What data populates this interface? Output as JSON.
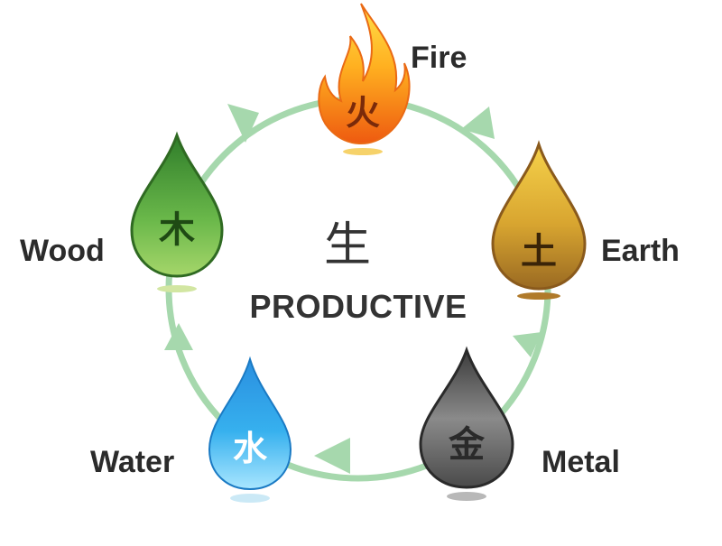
{
  "center": {
    "glyph": "生",
    "title": "PRODUCTIVE"
  },
  "elements": [
    {
      "name": "Fire",
      "glyph": "火",
      "color": "#f28a1c"
    },
    {
      "name": "Earth",
      "glyph": "土",
      "color": "#c9932a"
    },
    {
      "name": "Metal",
      "glyph": "金",
      "color": "#6b6b6b"
    },
    {
      "name": "Water",
      "glyph": "水",
      "color": "#2a9ad9"
    },
    {
      "name": "Wood",
      "glyph": "木",
      "color": "#4a9a3a"
    }
  ],
  "colors": {
    "cycle_ring": "#a6d8ad",
    "label_text": "#2b2b2b"
  }
}
